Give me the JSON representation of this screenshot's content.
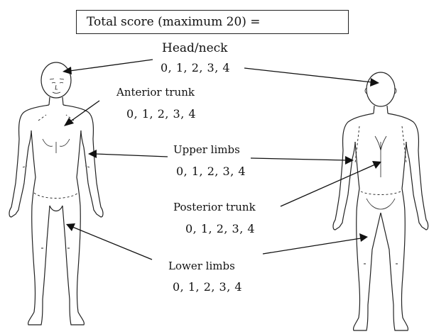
{
  "total_score_label": "Total score (maximum 20) =",
  "regions": [
    {
      "key": "head_neck",
      "label": "Head/neck",
      "scale": "0, 1, 2, 3, 4"
    },
    {
      "key": "anterior_trunk",
      "label": "Anterior trunk",
      "scale": "0, 1, 2, 3, 4"
    },
    {
      "key": "upper_limbs",
      "label": "Upper limbs",
      "scale": "0, 1, 2, 3, 4"
    },
    {
      "key": "posterior_trunk",
      "label": "Posterior trunk",
      "scale": "0, 1, 2, 3, 4"
    },
    {
      "key": "lower_limbs",
      "label": "Lower limbs",
      "scale": "0, 1, 2, 3, 4"
    }
  ]
}
